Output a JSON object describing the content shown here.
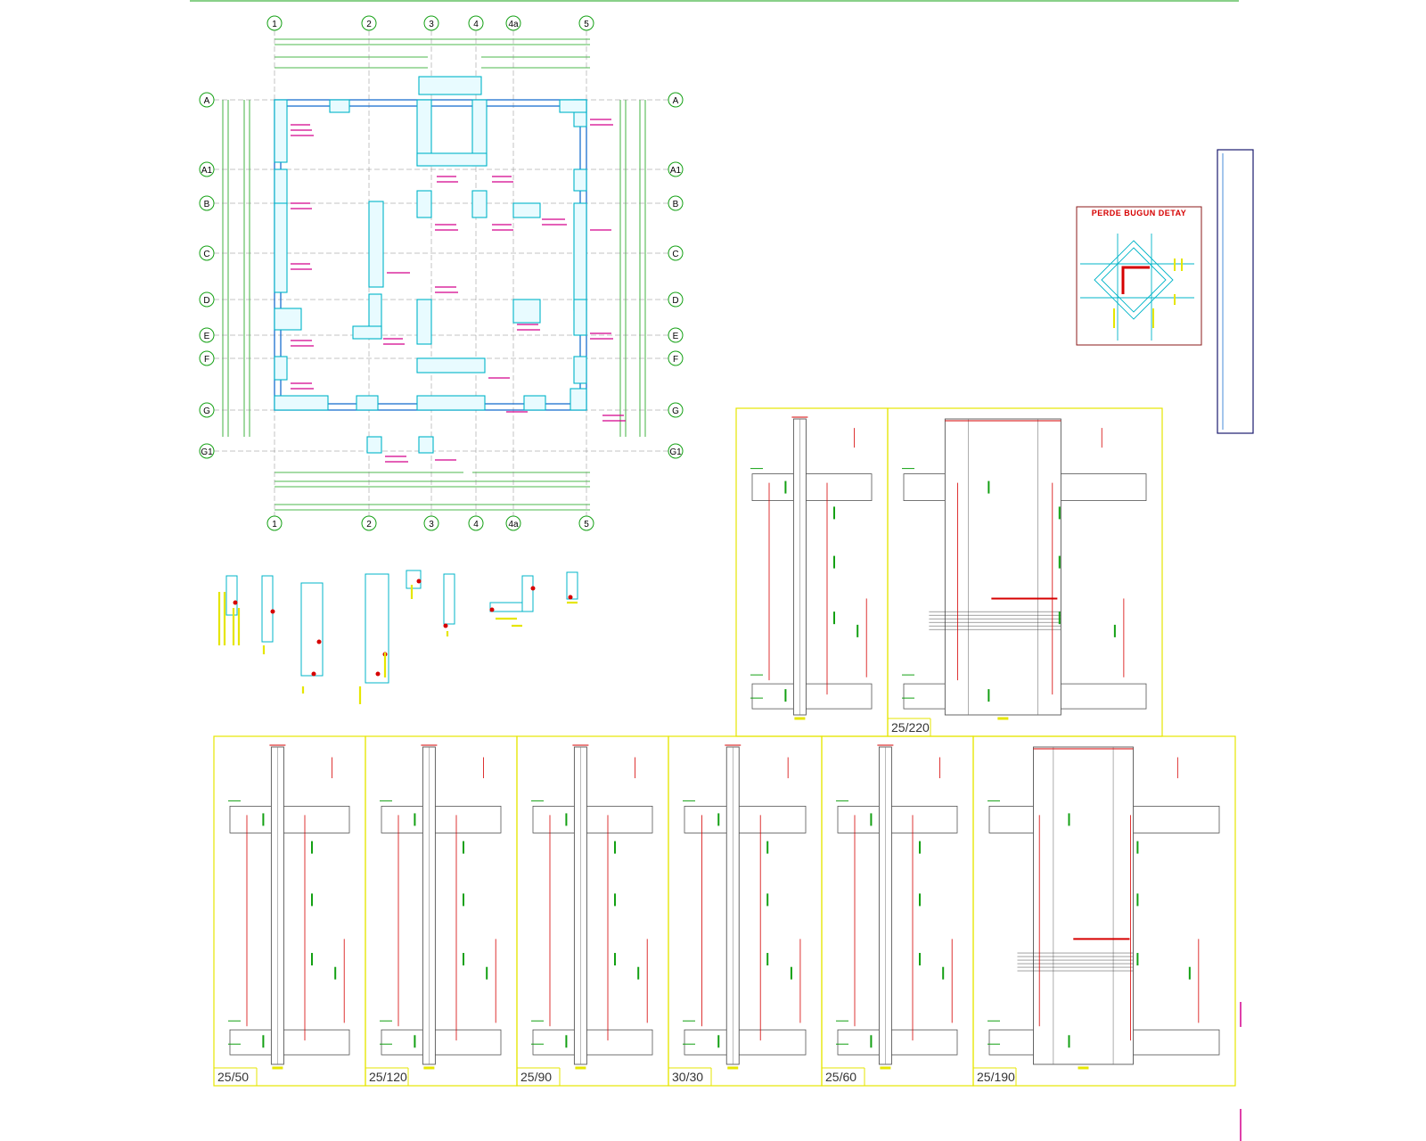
{
  "sheet": {
    "background": "#ffffff",
    "colors": {
      "grid": "#13a013",
      "wall": "#1a6fd0",
      "rebar": "#00b4c8",
      "dimension": "#13a013",
      "annotation": "#d4008c",
      "frame": "#e6e600",
      "section": "#555555",
      "red": "#d60000"
    }
  },
  "plan": {
    "columns": [
      "1",
      "2",
      "3",
      "4",
      "4a",
      "5"
    ],
    "rows": [
      "A",
      "A1",
      "B",
      "C",
      "D",
      "E",
      "F",
      "G",
      "G1"
    ]
  },
  "detail": {
    "title": "PERDE BUGUN DETAY"
  },
  "top_sections": [
    {
      "label": ""
    },
    {
      "label": "25/220"
    }
  ],
  "bottom_sections": [
    {
      "label": "25/50"
    },
    {
      "label": "25/120"
    },
    {
      "label": "25/90"
    },
    {
      "label": "30/30"
    },
    {
      "label": "25/60"
    },
    {
      "label": "25/190"
    }
  ]
}
